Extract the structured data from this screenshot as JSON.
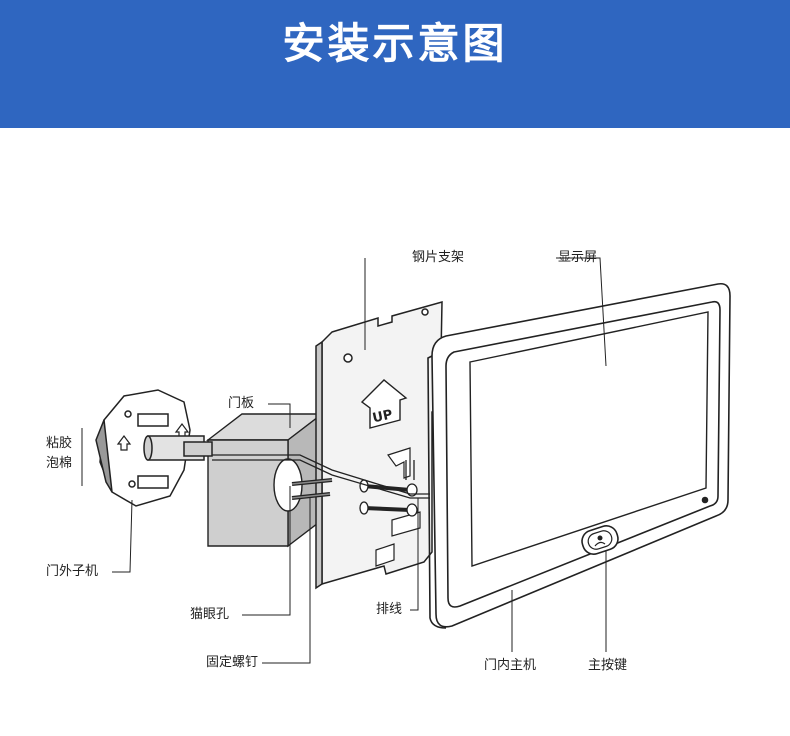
{
  "header": {
    "title": "安装示意图"
  },
  "labels": {
    "bracket": "钢片支架",
    "screen": "显示屏",
    "door_panel": "门板",
    "adhesive_line1": "粘胶",
    "adhesive_line2": "泡棉",
    "outdoor_unit": "门外子机",
    "peephole": "猫眼孔",
    "fixing_screw": "固定螺钉",
    "cable": "排线",
    "indoor_unit": "门内主机",
    "main_button": "主按键",
    "up_mark": "UP"
  }
}
